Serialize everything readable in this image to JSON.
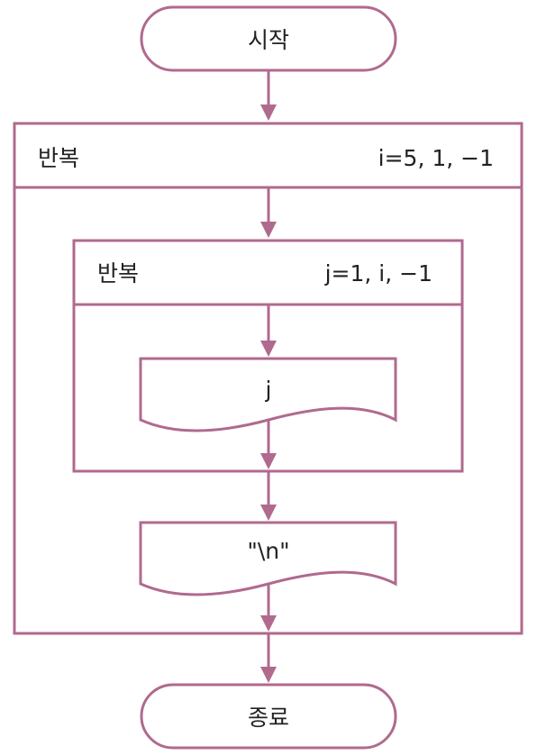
{
  "colors": {
    "stroke": "#b06a8e",
    "text": "#222222",
    "background": "#ffffff"
  },
  "start": {
    "label": "시작"
  },
  "outer_loop": {
    "label": "반복",
    "condition": "i=5, 1, −1"
  },
  "inner_loop": {
    "label": "반복",
    "condition": "j=1, i, −1"
  },
  "output_j": {
    "label": "j"
  },
  "output_newline": {
    "label": "\"\\n\""
  },
  "end": {
    "label": "종료"
  }
}
